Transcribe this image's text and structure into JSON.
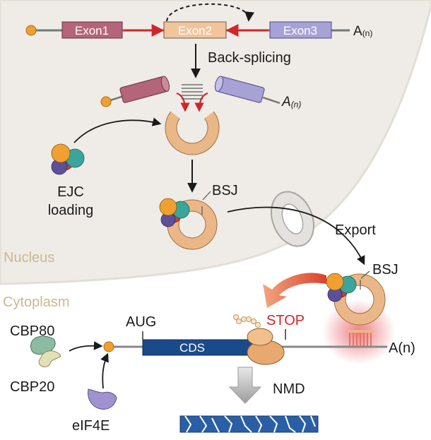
{
  "labels": {
    "exon1": "Exon1",
    "exon2": "Exon2",
    "exon3": "Exon3",
    "polyA_top_main": "A",
    "polyA_top_sub": "(n)",
    "back_splicing": "Back-splicing",
    "polyA_mid_main": "A",
    "polyA_mid_sub": "(n)",
    "ejc_loading_line1": "EJC",
    "ejc_loading_line2": "loading",
    "bsj_nucleus": "BSJ",
    "nucleus": "Nucleus",
    "export": "Export",
    "cytoplasm": "Cytoplasm",
    "bsj_cytoplasm": "BSJ",
    "stop": "STOP",
    "aug": "AUG",
    "cds": "CDS",
    "polyA_bottom": "A(n)",
    "cbp80": "CBP80",
    "cbp20": "CBP20",
    "eif4e": "eIF4E",
    "nmd": "NMD"
  },
  "colors": {
    "nucleus_fill": "#efece7",
    "exon1": "#b56579",
    "exon2": "#f1c49b",
    "exon3": "#a7a2d6",
    "circ_ring": "#eab888",
    "cds": "#1b4a8a",
    "splice_arrow": "#d0252b",
    "stop_text": "#d0252b",
    "ejc_orange": "#f0a030",
    "ejc_teal": "#3aa69b",
    "ejc_red": "#c9403a",
    "ejc_purple": "#5d4f9a",
    "nucleus_label": "#cbb891",
    "ribosome": "#e7a96e",
    "eif4e": "#9f93cf",
    "cbp80": "#8dbaa3",
    "cbp20": "#e3e0b6",
    "degraded": "#2a5fa6"
  }
}
